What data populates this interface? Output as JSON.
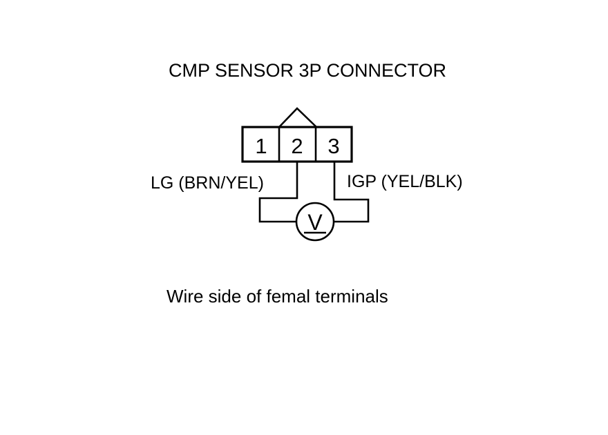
{
  "title": "CMP SENSOR 3P CONNECTOR",
  "connector": {
    "pins": [
      "1",
      "2",
      "3"
    ]
  },
  "wires": {
    "left_label": "LG (BRN/YEL)",
    "right_label": "IGP (YEL/BLK)"
  },
  "meter": {
    "symbol": "V",
    "icon": "voltmeter-icon"
  },
  "caption": "Wire side of femal terminals",
  "colors": {
    "line": "#000000",
    "background": "#ffffff"
  }
}
